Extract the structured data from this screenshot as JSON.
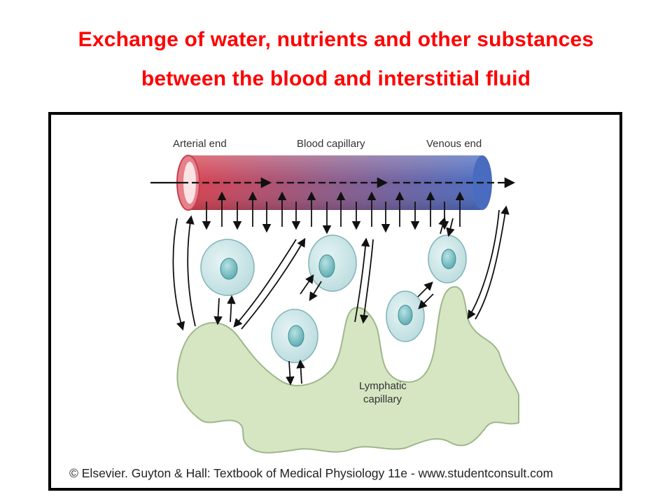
{
  "title": {
    "line1": "Exchange of water, nutrients and other substances",
    "line2": "between the blood and interstitial fluid"
  },
  "diagram": {
    "labels": {
      "arterial_end": "Arterial end",
      "blood_capillary": "Blood capillary",
      "venous_end": "Venous end",
      "lymphatic_line1": "Lymphatic",
      "lymphatic_line2": "capillary"
    },
    "credit": "© Elsevier. Guyton & Hall: Textbook of Medical Physiology 11e - www.studentconsult.com"
  },
  "colors": {
    "title": "#ff0000",
    "arterial": "#d9414f",
    "venous": "#4a6cc0",
    "cell_fill": "#cfe8ea",
    "nucleus_fill": "#7ec3c8",
    "lymph_fill": "#d6e6c3",
    "lymph_stroke": "#9db88a"
  }
}
